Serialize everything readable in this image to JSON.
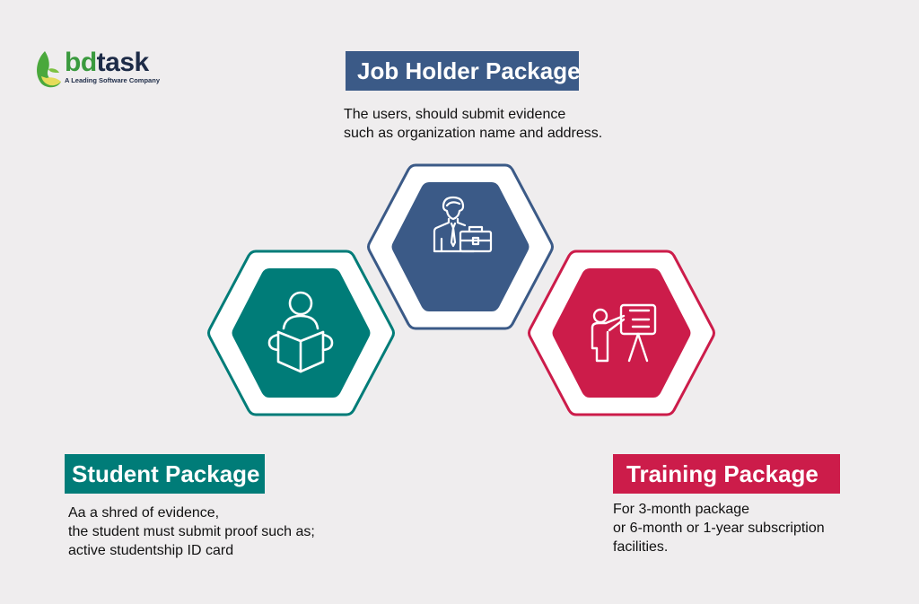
{
  "logo": {
    "brand_part1": "bd",
    "brand_part2": "task",
    "tagline": "A Leading Software Company"
  },
  "packages": [
    {
      "id": "job-holder",
      "title": "Job Holder Package",
      "description": "The users, should submit evidence\nsuch as organization name and address.",
      "icon": "businessman-briefcase-icon",
      "color": "#3b5a87"
    },
    {
      "id": "student",
      "title": "Student Package",
      "description": "Aa a shred of evidence,\nthe student must submit proof such as;\nactive studentship ID card",
      "icon": "student-reading-book-icon",
      "color": "#007c78"
    },
    {
      "id": "training",
      "title": "Training Package",
      "description": "For 3-month package\nor 6-month or 1-year subscription\nfacilities.",
      "icon": "teacher-presentation-board-icon",
      "color": "#cc1c4a"
    }
  ]
}
